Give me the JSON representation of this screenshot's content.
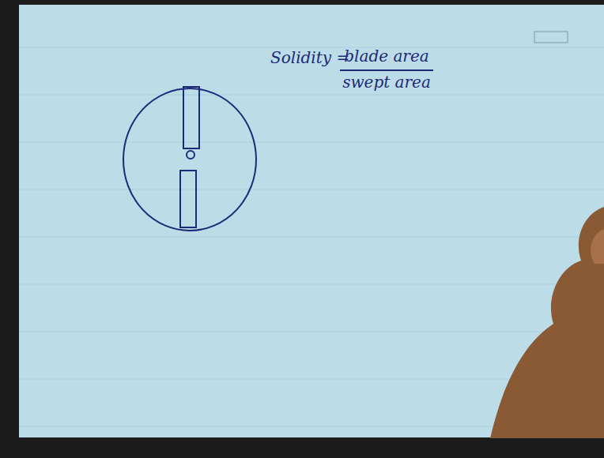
{
  "diagram": {
    "labels": [
      "Solidity =",
      "blade area",
      "swept area"
    ]
  }
}
